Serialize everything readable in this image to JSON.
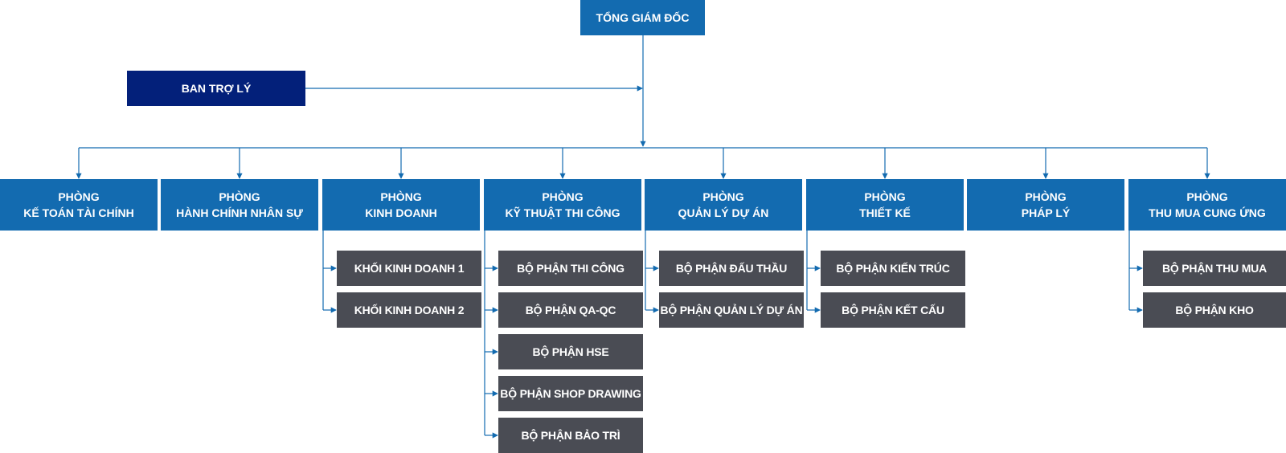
{
  "colors": {
    "primary_blue": "#136BB0",
    "navy": "#03207A",
    "unit_gray": "#4A4C54",
    "connector": "#136BB0"
  },
  "chart": {
    "ceo": "TỔNG GIÁM ĐỐC",
    "assistant": "BAN TRỢ LÝ",
    "departments": [
      {
        "line1": "PHÒNG",
        "line2": "KẾ TOÁN TÀI CHÍNH",
        "units": []
      },
      {
        "line1": "PHÒNG",
        "line2": "HÀNH CHÍNH NHÂN SỰ",
        "units": []
      },
      {
        "line1": "PHÒNG",
        "line2": "KINH DOANH",
        "units": [
          "KHỐI KINH DOANH 1",
          "KHỐI KINH DOANH 2"
        ]
      },
      {
        "line1": "PHÒNG",
        "line2": "KỸ THUẬT THI CÔNG",
        "units": [
          "BỘ PHẬN THI CÔNG",
          "BỘ PHẬN QA-QC",
          "BỘ PHẬN HSE",
          "BỘ PHẬN SHOP DRAWING",
          "BỘ PHẬN BẢO TRÌ"
        ]
      },
      {
        "line1": "PHÒNG",
        "line2": "QUẢN LÝ DỰ ÁN",
        "units": [
          "BỘ PHẬN ĐẤU THẦU",
          "BỘ PHẬN QUẢN LÝ DỰ ÁN"
        ]
      },
      {
        "line1": "PHÒNG",
        "line2": "THIẾT KẾ",
        "units": [
          "BỘ PHẬN KIẾN TRÚC",
          "BỘ PHẬN KẾT CẤU"
        ]
      },
      {
        "line1": "PHÒNG",
        "line2": "PHÁP LÝ",
        "units": []
      },
      {
        "line1": "PHÒNG",
        "line2": "THU MUA CUNG ỨNG",
        "units": [
          "BỘ PHẬN THU MUA",
          "BỘ PHẬN KHO"
        ]
      }
    ]
  }
}
